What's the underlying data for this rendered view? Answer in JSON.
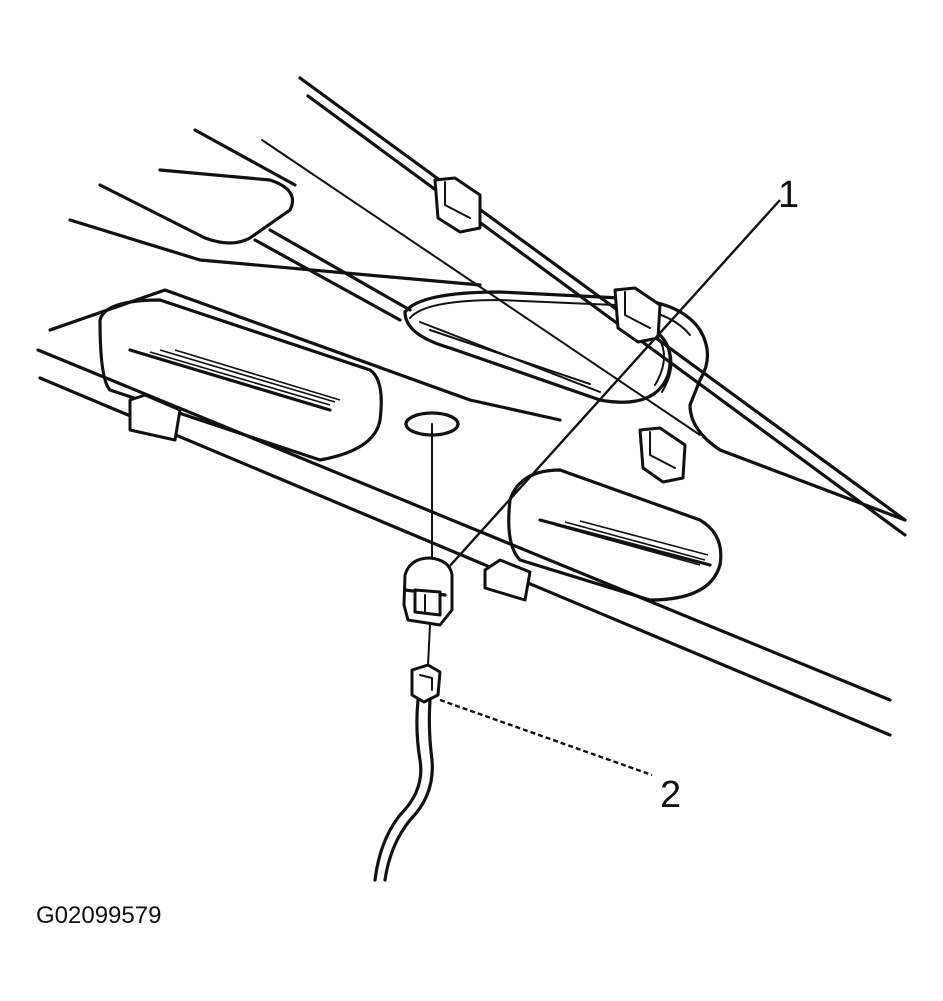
{
  "figure": {
    "id": "G02099579",
    "callouts": [
      {
        "label": "1"
      },
      {
        "label": "2"
      }
    ]
  },
  "colors": {
    "line": "#111111",
    "background": "#ffffff"
  }
}
